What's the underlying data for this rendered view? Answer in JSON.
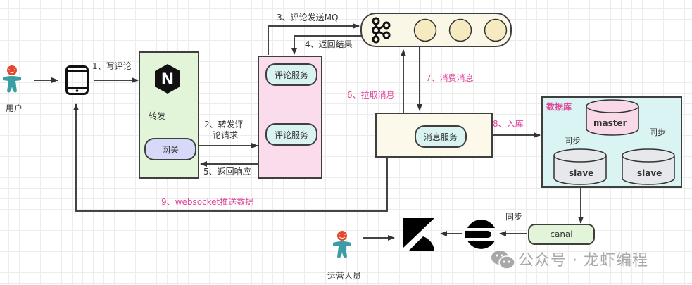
{
  "actors": {
    "user": {
      "label": "用户",
      "icon": "person-icon"
    },
    "operator": {
      "label": "运营人员",
      "icon": "person-icon"
    }
  },
  "nodes": {
    "client": {
      "icon": "mobile-phone-icon"
    },
    "gateway_group": {
      "nginx_icon": "nginx-icon",
      "forward_label": "转发",
      "gateway_label": "网关"
    },
    "comment_services": [
      {
        "label": "评论服务"
      },
      {
        "label": "评论服务"
      }
    ],
    "mq": {
      "icon": "kafka-icon",
      "partitions": 3
    },
    "message_service": {
      "label": "消息服务"
    },
    "database": {
      "title": "数据库",
      "master": "master",
      "slaves": [
        "slave",
        "slave"
      ],
      "sync_labels": [
        "同步",
        "同步"
      ]
    },
    "canal": {
      "label": "canal"
    },
    "elasticsearch": {
      "icon": "elasticsearch-icon"
    },
    "kibana": {
      "icon": "kibana-icon"
    }
  },
  "edges": {
    "step1": "1、写评论",
    "step2_line1": "2、转发评",
    "step2_line2": "论请求",
    "step3": "3、评论发送MQ",
    "step4": "4、返回结果",
    "step5": "5、返回响应",
    "step6": "6、拉取消息",
    "step7": "7、消费消息",
    "step8": "8、入库",
    "step9": "9、websocket推送数据",
    "canal_sync": "同步"
  },
  "watermark": {
    "icon": "wechat-icon",
    "text": "公众号 · 龙虾编程"
  },
  "colors": {
    "gateway_bg": "#e3f5d9",
    "service_group_bg": "#fbdcec",
    "service_pill_bg": "#d9f3f3",
    "gateway_pill_bg": "#d6d9f7",
    "mq_bg": "#fbf7e6",
    "partition_bg": "#f6eac0",
    "msg_service_bg": "#fcf8ea",
    "db_bg": "#daf3f3",
    "master_bg": "#f9d9e8",
    "slave_bg": "#e6e8ec",
    "canal_bg": "#e3f5d9",
    "accent_pink": "#e0489b",
    "person_body": "#3a9ea5",
    "person_head": "#e2492f"
  }
}
